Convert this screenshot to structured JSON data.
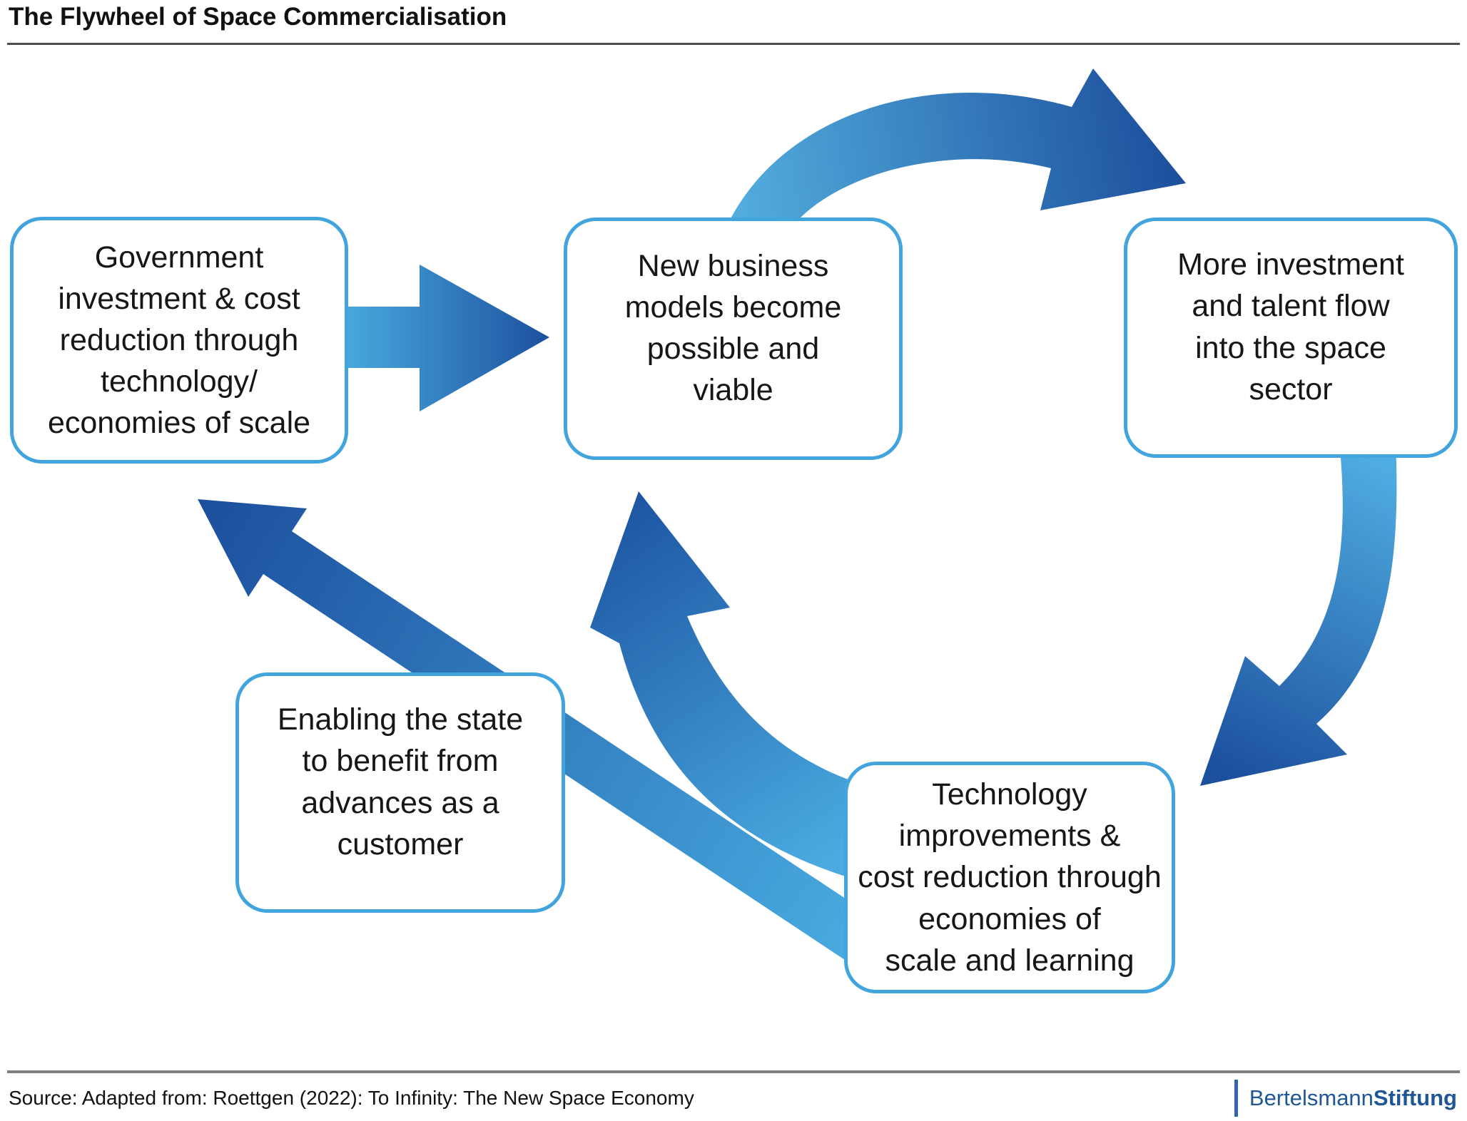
{
  "title": "The Flywheel of Space Commercialisation",
  "boxes": {
    "government": {
      "text": "Government\ninvestment & cost\nreduction through\ntechnology/\neconomies of scale"
    },
    "business_models": {
      "text": "New business\nmodels become\npossible and\nviable"
    },
    "investment_talent": {
      "text": "More investment\nand talent flow\ninto the space\nsector"
    },
    "enabling_state": {
      "text": "Enabling the state\nto benefit from\nadvances as a\ncustomer"
    },
    "technology": {
      "text": "Technology\nimprovements &\ncost reduction through\neconomies of\nscale and learning"
    }
  },
  "flows": [
    {
      "from": "government",
      "to": "business_models"
    },
    {
      "from": "business_models",
      "to": "investment_talent"
    },
    {
      "from": "investment_talent",
      "to": "technology"
    },
    {
      "from": "technology",
      "to": "business_models"
    },
    {
      "from": "technology",
      "to": "government"
    }
  ],
  "footer": {
    "source": "Source: Adapted from: Roettgen (2022): To Infinity: The New Space Economy",
    "logo_regular": "Bertelsmann",
    "logo_bold": "Stiftung"
  },
  "colors": {
    "arrow_light": "#49AADE",
    "arrow_dark": "#1C4F9E",
    "box_border": "#41A4DC",
    "logo_blue": "#1F5796",
    "rule_gray": "#7F7F7F"
  }
}
